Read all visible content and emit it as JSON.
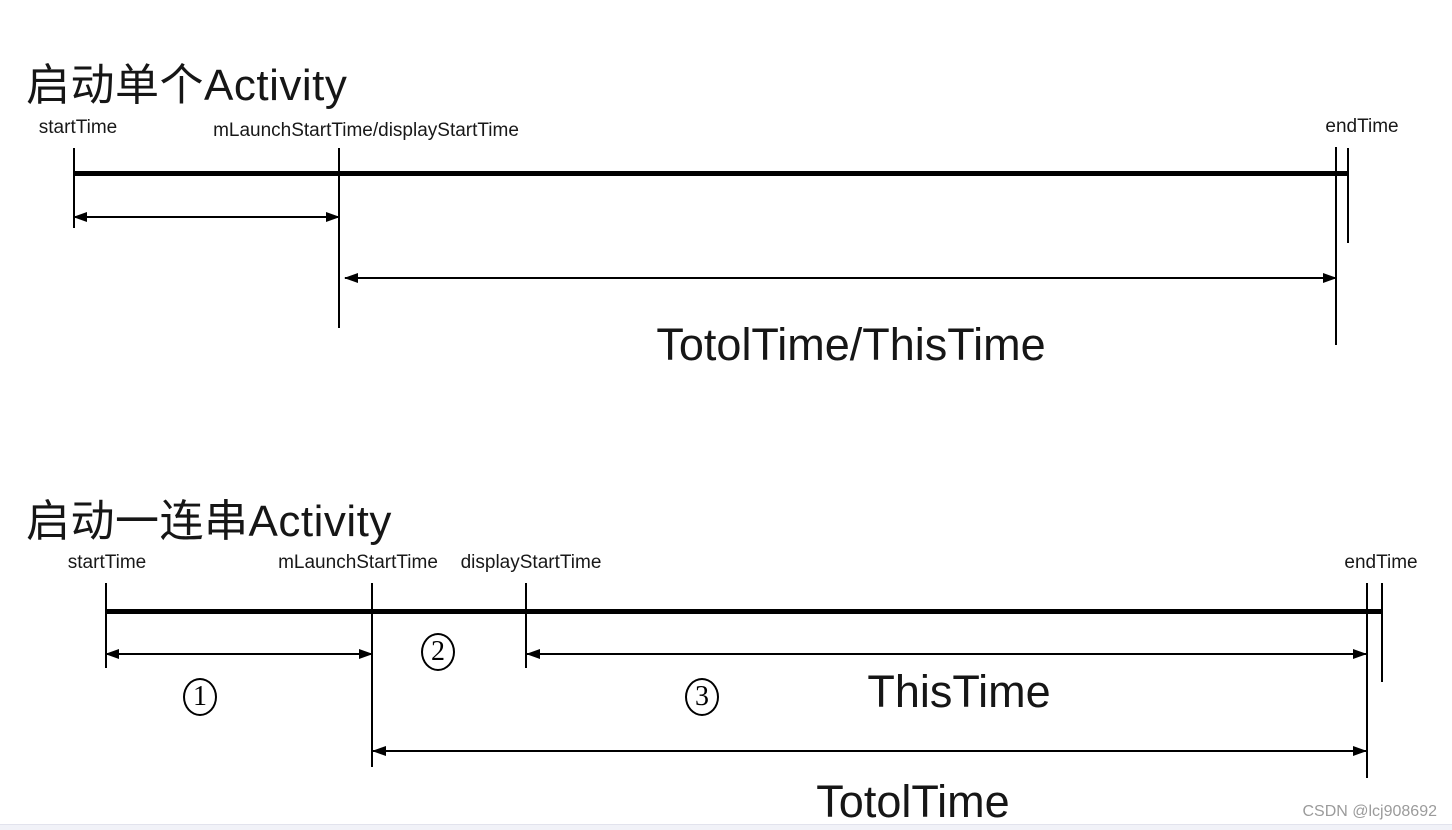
{
  "page": {
    "watermark": "CSDN @lcj908692"
  },
  "diagram_single": {
    "title": "启动单个Activity",
    "labels": {
      "start": "startTime",
      "mid": "mLaunchStartTime/displayStartTime",
      "end": "endTime"
    },
    "span_label": "TotolTime/ThisTime"
  },
  "diagram_series": {
    "title": "启动一连串Activity",
    "labels": {
      "start": "startTime",
      "launch": "mLaunchStartTime",
      "display": "displayStartTime",
      "end": "endTime"
    },
    "markers": {
      "one": "1",
      "two": "2",
      "three": "3"
    },
    "this_time_label": "ThisTime",
    "totol_time_label": "TotolTime"
  }
}
